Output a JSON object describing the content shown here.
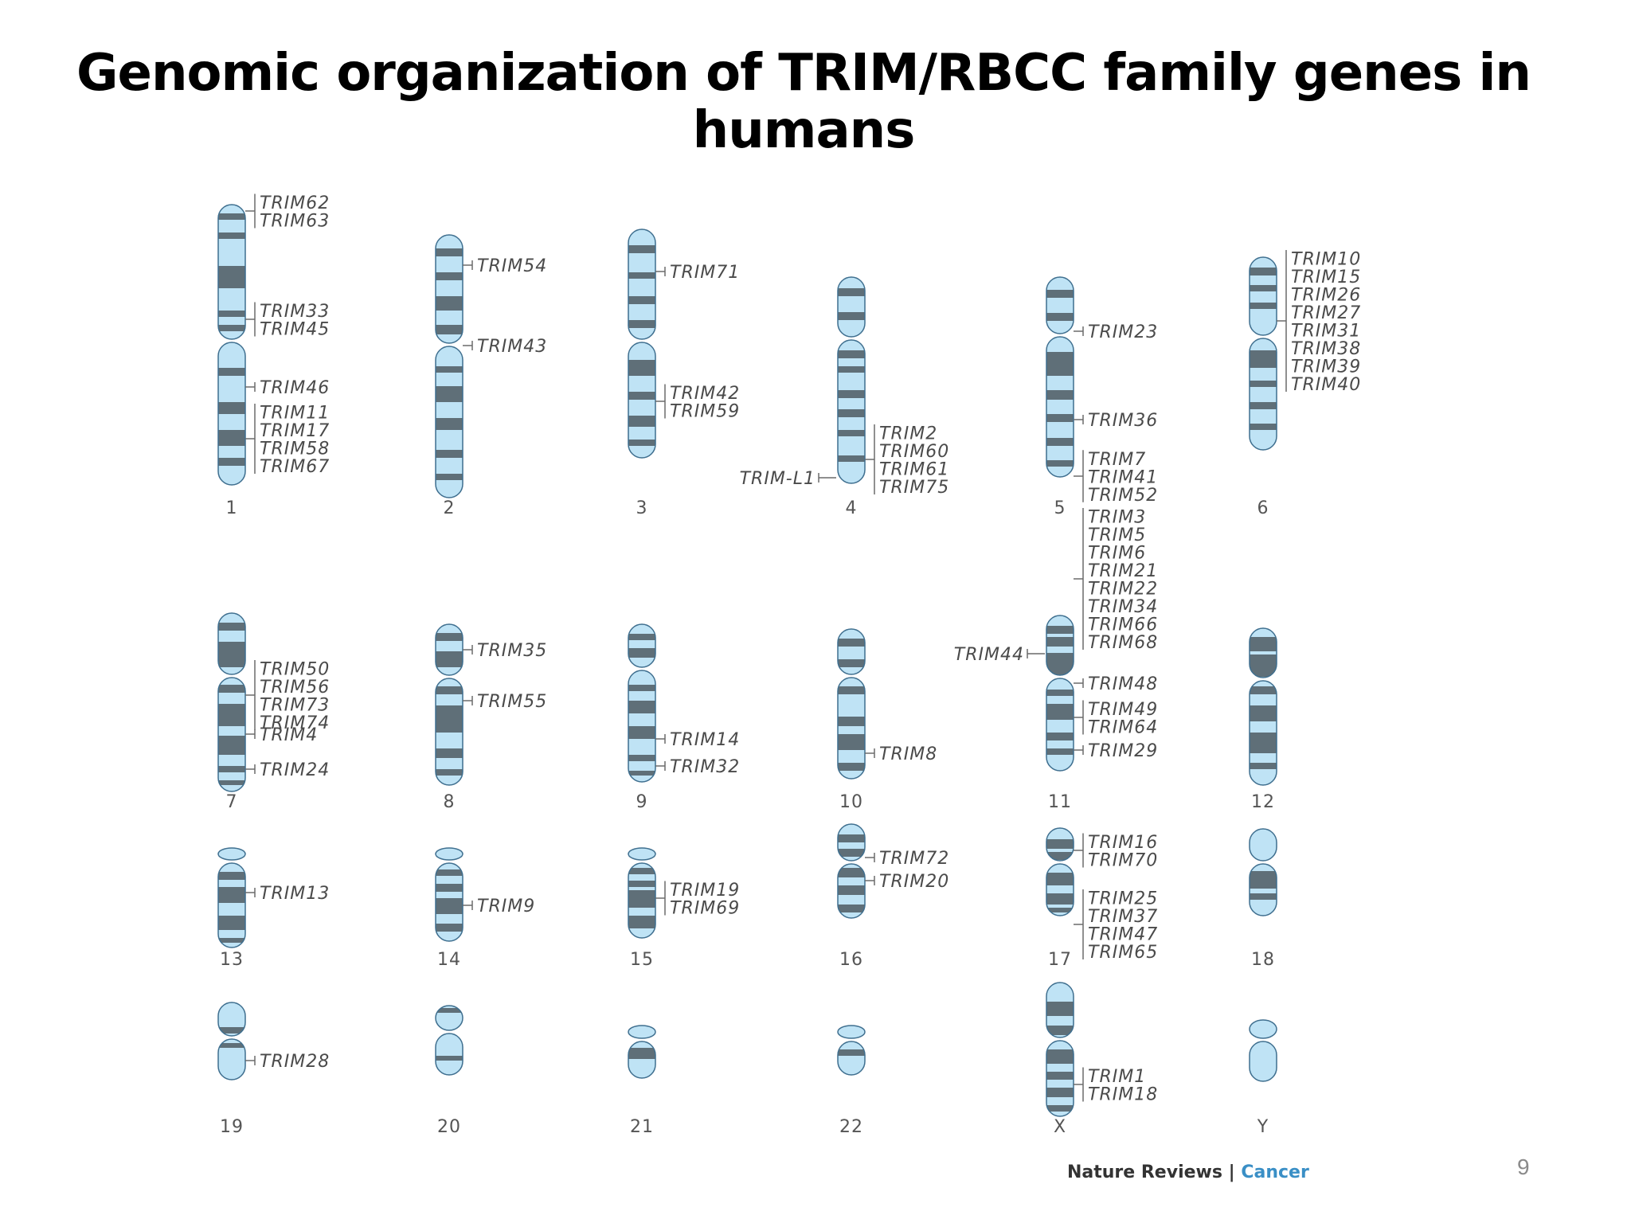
{
  "title": {
    "line1": "Genomic organization of TRIM/RBCC family  genes in",
    "line2": "humans"
  },
  "colors": {
    "chromosome_fill": "#bfe3f5",
    "chromosome_band": "#5f6f78",
    "chromosome_outline": "#3f6f8f",
    "credit_accent": "#3a8fc6"
  },
  "chromosomes": [
    {
      "name": "1",
      "genes": [
        {
          "labels": [
            "TRIM62",
            "TRIM63"
          ]
        },
        {
          "labels": [
            "TRIM33",
            "TRIM45"
          ]
        },
        {
          "labels": [
            "TRIM46"
          ]
        },
        {
          "labels": [
            "TRIM11",
            "TRIM17",
            "TRIM58",
            "TRIM67"
          ]
        }
      ]
    },
    {
      "name": "2",
      "genes": [
        {
          "labels": [
            "TRIM54"
          ]
        },
        {
          "labels": [
            "TRIM43"
          ]
        }
      ]
    },
    {
      "name": "3",
      "genes": [
        {
          "labels": [
            "TRIM71"
          ]
        },
        {
          "labels": [
            "TRIM42",
            "TRIM59"
          ]
        }
      ]
    },
    {
      "name": "4",
      "genes": [
        {
          "labels": [
            "TRIM2",
            "TRIM60",
            "TRIM61",
            "TRIM75"
          ]
        },
        {
          "labels": [
            "TRIM-L1"
          ],
          "side": "left"
        }
      ]
    },
    {
      "name": "5",
      "genes": [
        {
          "labels": [
            "TRIM23"
          ]
        },
        {
          "labels": [
            "TRIM36"
          ]
        },
        {
          "labels": [
            "TRIM7",
            "TRIM41",
            "TRIM52"
          ]
        }
      ]
    },
    {
      "name": "6",
      "genes": [
        {
          "labels": [
            "TRIM10",
            "TRIM15",
            "TRIM26",
            "TRIM27",
            "TRIM31",
            "TRIM38",
            "TRIM39",
            "TRIM40"
          ]
        }
      ]
    },
    {
      "name": "7",
      "genes": [
        {
          "labels": [
            "TRIM50",
            "TRIM56",
            "TRIM73",
            "TRIM74"
          ]
        },
        {
          "labels": [
            "TRIM4"
          ]
        },
        {
          "labels": [
            "TRIM24"
          ]
        }
      ]
    },
    {
      "name": "8",
      "genes": [
        {
          "labels": [
            "TRIM35"
          ]
        },
        {
          "labels": [
            "TRIM55"
          ]
        }
      ]
    },
    {
      "name": "9",
      "genes": [
        {
          "labels": [
            "TRIM14"
          ]
        },
        {
          "labels": [
            "TRIM32"
          ]
        }
      ]
    },
    {
      "name": "10",
      "genes": [
        {
          "labels": [
            "TRIM8"
          ]
        }
      ]
    },
    {
      "name": "11",
      "genes": [
        {
          "labels": [
            "TRIM3",
            "TRIM5",
            "TRIM6",
            "TRIM21",
            "TRIM22",
            "TRIM34",
            "TRIM66",
            "TRIM68"
          ]
        },
        {
          "labels": [
            "TRIM44"
          ],
          "side": "left"
        },
        {
          "labels": [
            "TRIM48"
          ]
        },
        {
          "labels": [
            "TRIM49",
            "TRIM64"
          ]
        },
        {
          "labels": [
            "TRIM29"
          ]
        }
      ]
    },
    {
      "name": "12",
      "genes": []
    },
    {
      "name": "13",
      "genes": [
        {
          "labels": [
            "TRIM13"
          ]
        }
      ]
    },
    {
      "name": "14",
      "genes": [
        {
          "labels": [
            "TRIM9"
          ]
        }
      ]
    },
    {
      "name": "15",
      "genes": [
        {
          "labels": [
            "TRIM19",
            "TRIM69"
          ]
        }
      ]
    },
    {
      "name": "16",
      "genes": [
        {
          "labels": [
            "TRIM72"
          ]
        },
        {
          "labels": [
            "TRIM20"
          ]
        }
      ]
    },
    {
      "name": "17",
      "genes": [
        {
          "labels": [
            "TRIM16",
            "TRIM70"
          ]
        },
        {
          "labels": [
            "TRIM25",
            "TRIM37",
            "TRIM47",
            "TRIM65"
          ]
        }
      ]
    },
    {
      "name": "18",
      "genes": []
    },
    {
      "name": "19",
      "genes": [
        {
          "labels": [
            "TRIM28"
          ]
        }
      ]
    },
    {
      "name": "20",
      "genes": []
    },
    {
      "name": "21",
      "genes": []
    },
    {
      "name": "22",
      "genes": []
    },
    {
      "name": "X",
      "genes": [
        {
          "labels": [
            "TRIM1",
            "TRIM18"
          ]
        }
      ]
    },
    {
      "name": "Y",
      "genes": []
    }
  ],
  "credit": {
    "journal": "Nature Reviews",
    "separator": "|",
    "section": "Cancer"
  },
  "page_number": "9"
}
